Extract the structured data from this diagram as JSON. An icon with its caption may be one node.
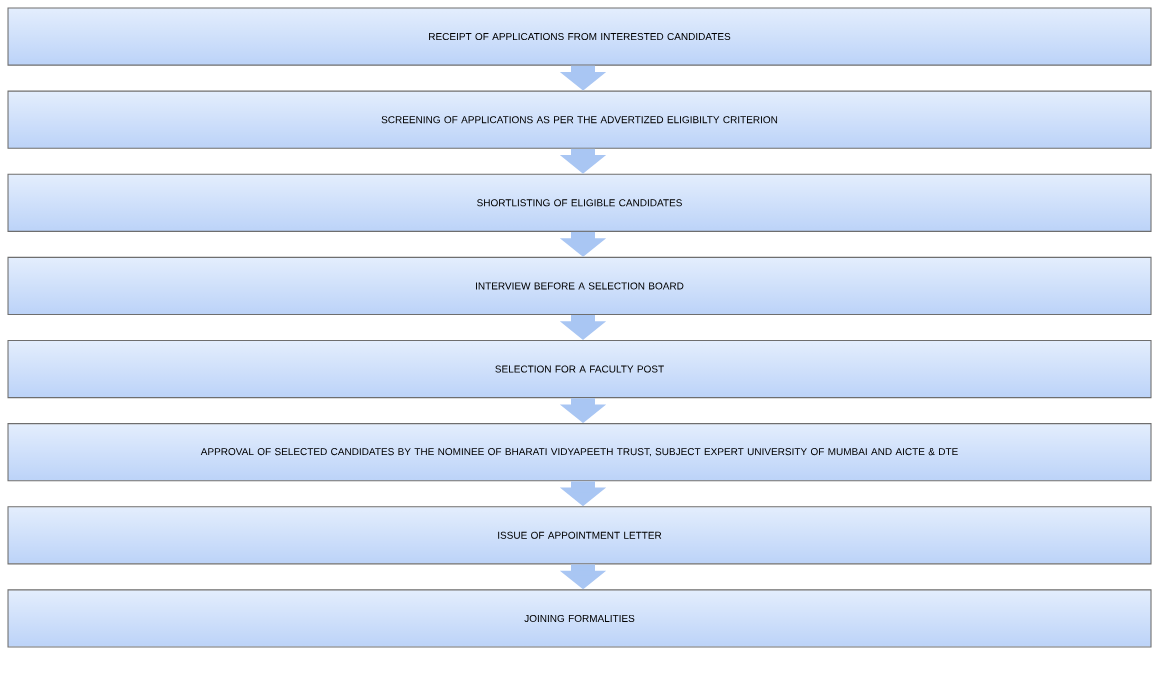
{
  "diagram": {
    "nodes": [
      {
        "text": [
          "RECEIPT OF APPLICATIONS FROM INTERESTED CANDIDATES"
        ]
      },
      {
        "text": [
          "SCREENING OF APPLICATIONS AS PER THE ADVERTIZED ELIGIBILTY CRITERION"
        ]
      },
      {
        "text": [
          "SHORTLISTING OF ELIGIBLE CANDIDATES"
        ]
      },
      {
        "text": [
          "INTERVIEW BEFORE A SELECTION BOARD"
        ]
      },
      {
        "text": [
          "SELECTION FOR A FACULTY POST"
        ]
      },
      {
        "text": [
          "APPROVAL OF SELECTED CANDIDATES BY THE NOMINEE OF BHARATI VIDYAPEETH TRUST, SUBJECT EXPERT UNIVERSITY OF MUMBAI AND AICTE & DTE"
        ]
      },
      {
        "text": [
          "ISSUE OF APPOINTMENT LETTER"
        ]
      },
      {
        "text": [
          "JOINING FORMALITIES"
        ]
      }
    ],
    "edges": [
      {
        "from": 0,
        "to": 1,
        "arrow": "to"
      },
      {
        "from": 1,
        "to": 2,
        "arrow": "to"
      },
      {
        "from": 2,
        "to": 3,
        "arrow": "to"
      },
      {
        "from": 3,
        "to": 4,
        "arrow": "to"
      },
      {
        "from": 4,
        "to": 5,
        "arrow": "to"
      },
      {
        "from": 5,
        "to": 6,
        "arrow": "to"
      },
      {
        "from": 6,
        "to": 7,
        "arrow": "to"
      }
    ]
  }
}
